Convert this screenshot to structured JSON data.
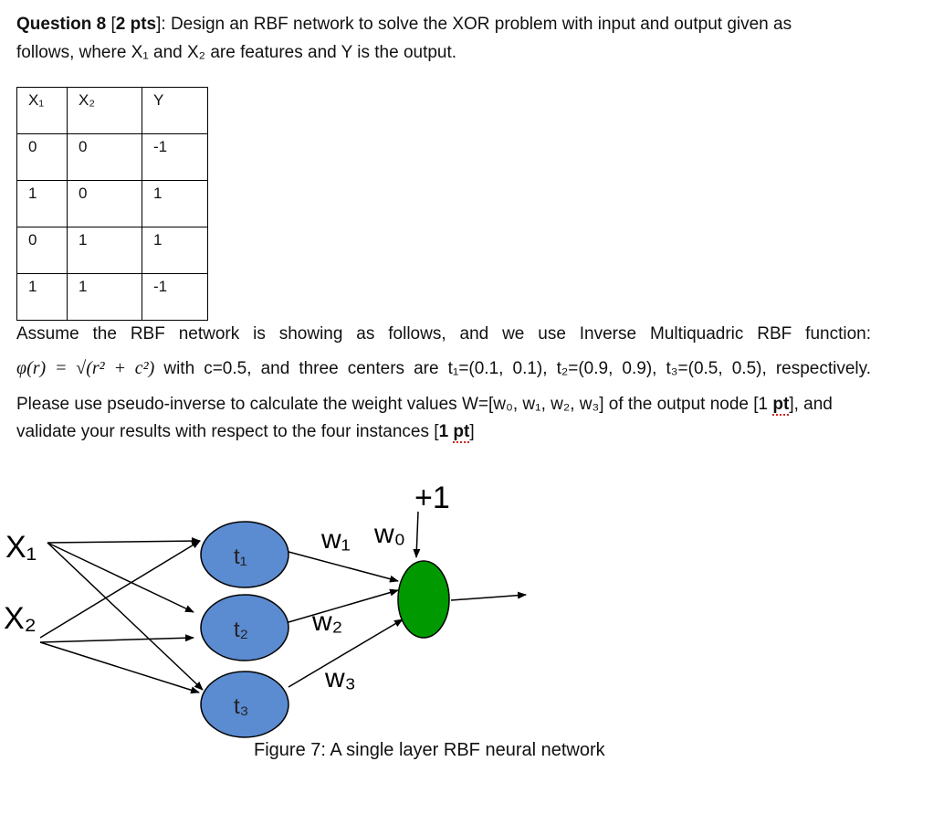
{
  "question": {
    "title_bold": "Question 8",
    "title_pts_open": " [",
    "title_pts": "2 pts",
    "title_pts_close": "]",
    "title_rest": ": Design an RBF network to solve the XOR problem with input and output given as",
    "line2": "follows, where X₁ and X₂ are features and Y is the output."
  },
  "table": {
    "headers": [
      "X₁",
      "X₂",
      "Y"
    ],
    "rows": [
      [
        "0",
        "0",
        "-1"
      ],
      [
        "1",
        "0",
        "1"
      ],
      [
        "0",
        "1",
        "1"
      ],
      [
        "1",
        "1",
        "-1"
      ]
    ]
  },
  "paragraph": {
    "p1": "Assume the RBF network is showing as follows, and we use Inverse Multiquadric RBF function:",
    "formula": "φ(r) = √(r² + c²)",
    "p2_rest": " with c=0.5, and three centers are t₁=(0.1, 0.1), t₂=(0.9, 0.9), t₃=(0.5, 0.5), respectively.",
    "p3_pre": "Please use pseudo-inverse to calculate the weight values W=[w₀, w₁, w₂, w₃] of the output node [1 ",
    "p3_pt": "pt",
    "p3_post": "], and",
    "p4_pre": "validate your results with respect to the four instances [",
    "p4_bold": "1 ",
    "p4_pt": "pt",
    "p4_post": "]"
  },
  "diagram": {
    "input1": "X₁",
    "input2": "X₂",
    "centers": [
      "t₁",
      "t₂",
      "t₃"
    ],
    "weights": [
      "w₁",
      "w₂",
      "w₃"
    ],
    "bias_weight": "w₀",
    "bias_input": "+1",
    "colors": {
      "hidden_node": "#5b8bd0",
      "output_node": "#009900"
    }
  },
  "caption": "Figure 7: A single layer RBF neural network"
}
